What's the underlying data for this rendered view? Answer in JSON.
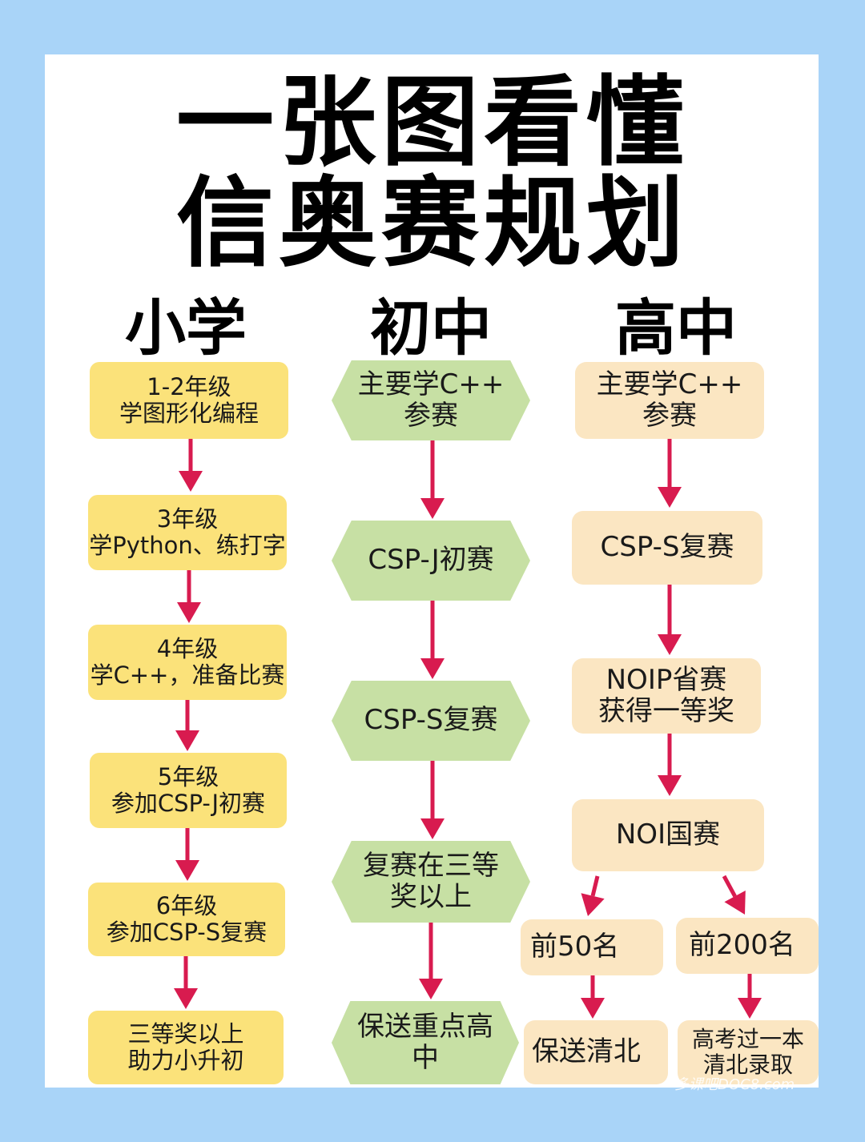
{
  "title": {
    "line1": "一张图看懂",
    "line2": "信奥赛规划"
  },
  "columns": {
    "primary": {
      "heading": "小学",
      "nodes": [
        "1-2年级\n学图形化编程",
        "3年级\n学Python、练打字",
        "4年级\n学C++，准备比赛",
        "5年级\n参加CSP-J初赛",
        "6年级\n参加CSP-S复赛",
        "三等奖以上\n助力小升初"
      ]
    },
    "middle": {
      "heading": "初中",
      "nodes": [
        "主要学C++\n参赛",
        "CSP-J初赛",
        "CSP-S复赛",
        "复赛在三等\n奖以上",
        "保送重点高\n中"
      ]
    },
    "high": {
      "heading": "高中",
      "nodes": [
        "主要学C++\n参赛",
        "CSP-S复赛",
        "NOIP省赛\n获得一等奖",
        "NOI国赛"
      ],
      "branches": [
        {
          "rank": "前50名",
          "result": "保送清北"
        },
        {
          "rank": "前200名",
          "result": "高考过一本\n清北录取"
        }
      ]
    }
  },
  "watermark": "多课吧DOC8.com",
  "colors": {
    "background": "#a9d4f8",
    "primary_box": "#fbe27a",
    "middle_box": "#c7e0a4",
    "high_box": "#fbe6c2",
    "arrow": "#d81b4f"
  }
}
